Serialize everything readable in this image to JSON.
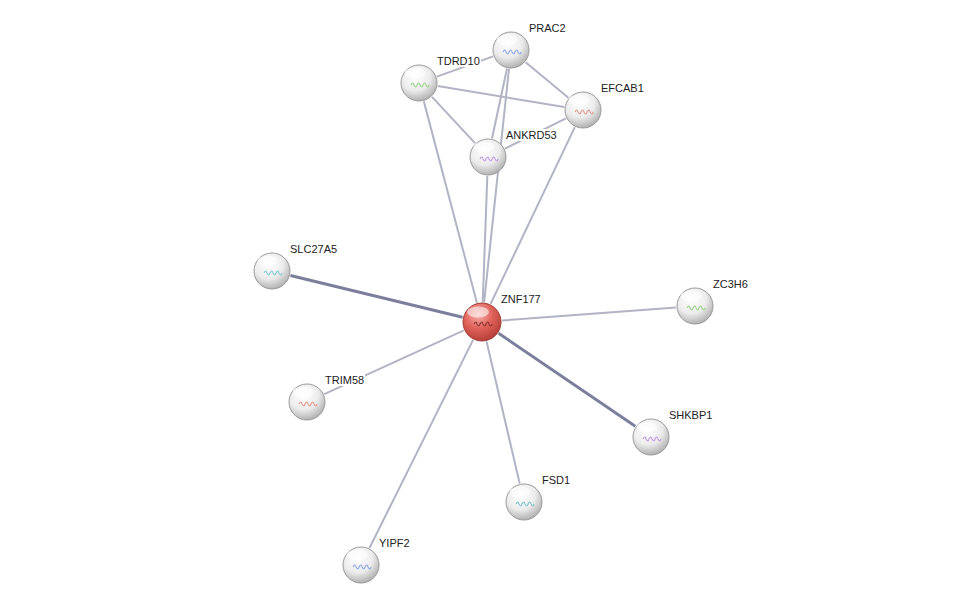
{
  "diagram": {
    "nodes": [
      {
        "text": [
          "PRAC2"
        ]
      },
      {
        "text": [
          "TDRD10"
        ]
      },
      {
        "text": [
          "EFCAB1"
        ]
      },
      {
        "text": [
          "ANKRD53"
        ]
      },
      {
        "text": [
          "SLC27A5"
        ]
      },
      {
        "text": [
          "ZNF177"
        ]
      },
      {
        "text": [
          "ZC3H6"
        ]
      },
      {
        "text": [
          "TRIM58"
        ]
      },
      {
        "text": [
          "SHKBP1"
        ]
      },
      {
        "text": [
          "FSD1"
        ]
      },
      {
        "text": [
          "YIPF2"
        ]
      }
    ],
    "edges": [
      {
        "from": 1,
        "to": 0,
        "arrow": "none"
      },
      {
        "from": 0,
        "to": 2,
        "arrow": "none"
      },
      {
        "from": 1,
        "to": 2,
        "arrow": "none"
      },
      {
        "from": 1,
        "to": 3,
        "arrow": "none"
      },
      {
        "from": 0,
        "to": 3,
        "arrow": "none"
      },
      {
        "from": 3,
        "to": 2,
        "arrow": "none"
      },
      {
        "from": 5,
        "to": 1,
        "arrow": "none"
      },
      {
        "from": 5,
        "to": 0,
        "arrow": "none"
      },
      {
        "from": 5,
        "to": 3,
        "arrow": "none"
      },
      {
        "from": 5,
        "to": 2,
        "arrow": "none"
      },
      {
        "from": 5,
        "to": 4,
        "arrow": "none"
      },
      {
        "from": 5,
        "to": 6,
        "arrow": "none"
      },
      {
        "from": 5,
        "to": 7,
        "arrow": "none"
      },
      {
        "from": 5,
        "to": 8,
        "arrow": "none"
      },
      {
        "from": 5,
        "to": 9,
        "arrow": "none"
      },
      {
        "from": 5,
        "to": 10,
        "arrow": "none"
      }
    ]
  }
}
